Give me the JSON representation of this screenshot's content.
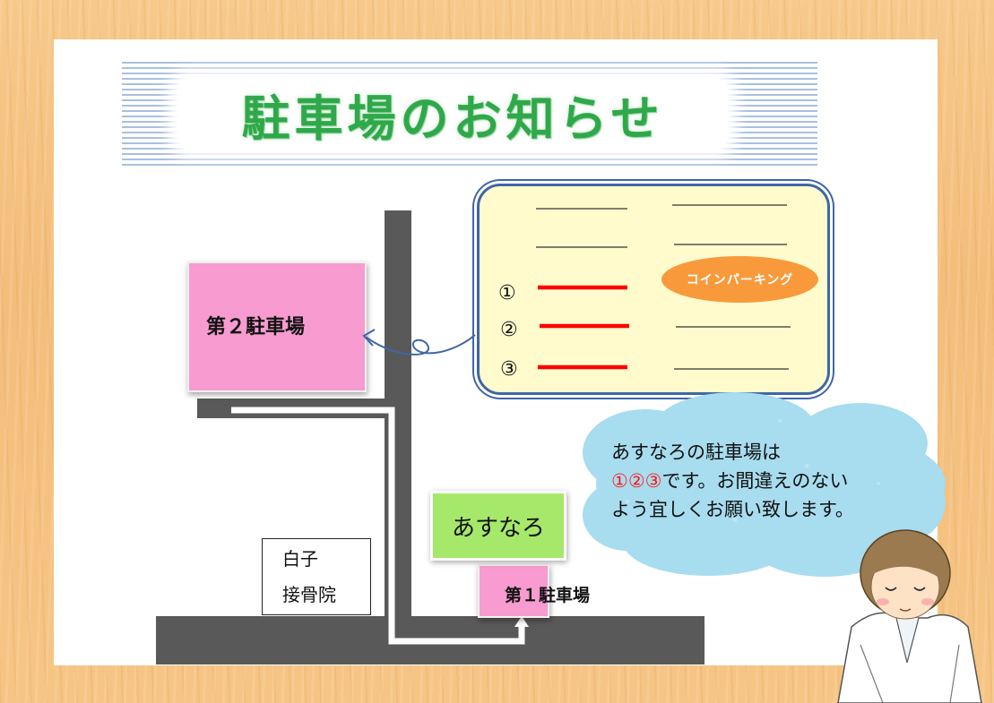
{
  "title": "駐車場のお知らせ",
  "parking_lot_2": {
    "label": "第２駐車場"
  },
  "parking_lot_1": {
    "label": "第１駐車場"
  },
  "building": {
    "label": "あすなろ"
  },
  "clinic": {
    "line1": "白子",
    "line2": "接骨院"
  },
  "lot_layout": {
    "coin_parking": "コインパーキング",
    "spaces": [
      {
        "number": "①",
        "color": "#ff0000"
      },
      {
        "number": "②",
        "color": "#ff0000"
      },
      {
        "number": "③",
        "color": "#ff0000"
      }
    ]
  },
  "notice": {
    "line1": "あすなろの駐車場は",
    "line2_highlight": "①②③",
    "line2_rest": "です。お間違えのない",
    "line3": "よう宜しくお願い致します。"
  },
  "colors": {
    "title": "#2fa84a",
    "lot": "#f79bd0",
    "building": "#a6e86a",
    "coin_parking": "#f89a3b",
    "panel": "#fffbcc",
    "bubble": "#a8dcef",
    "road": "#595959"
  }
}
